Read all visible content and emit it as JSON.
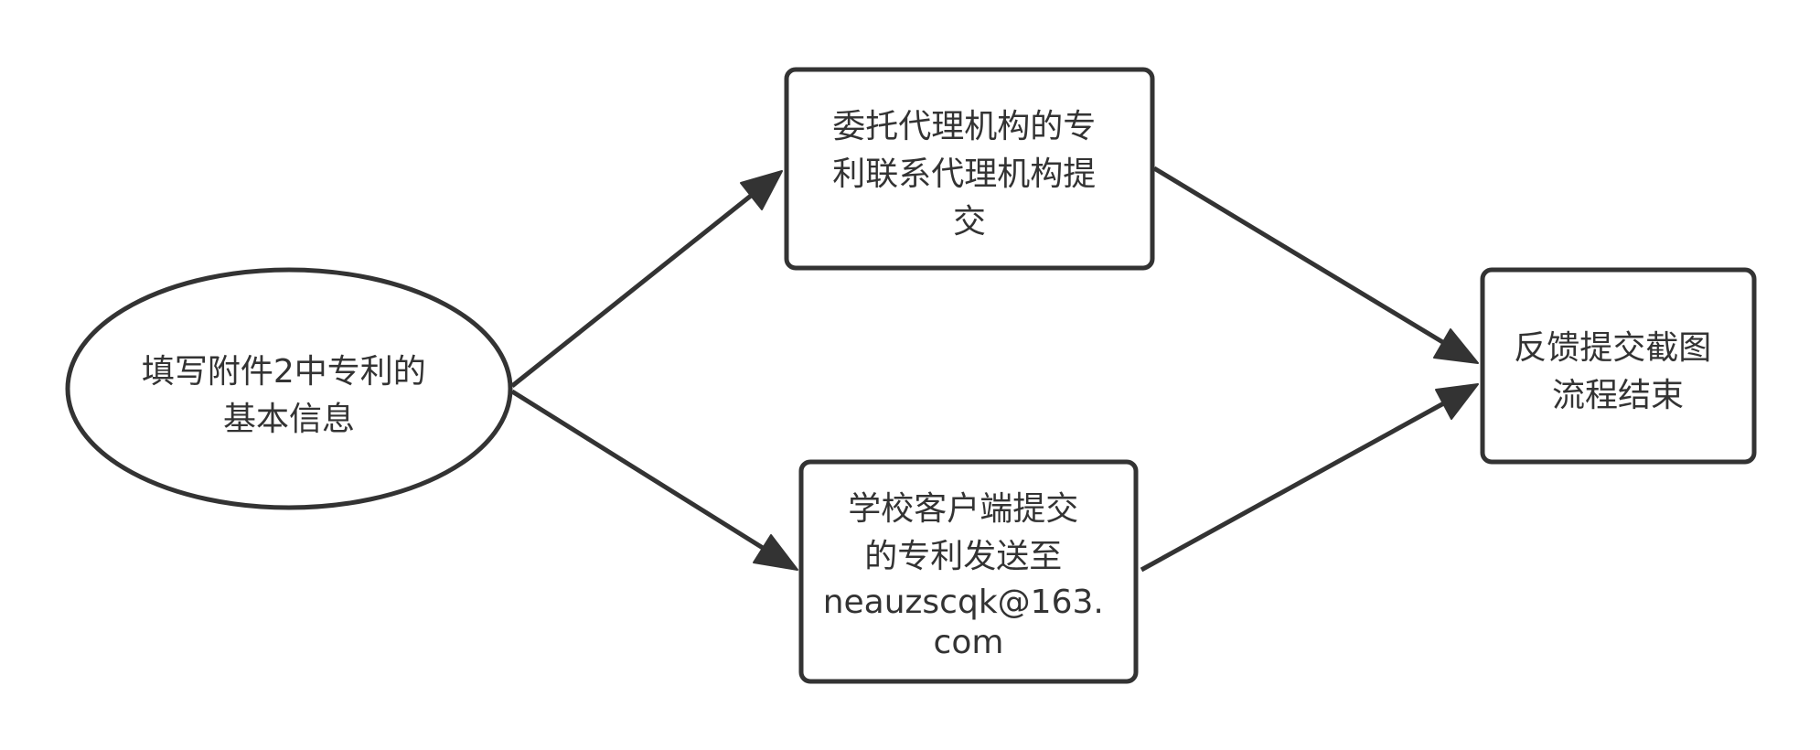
{
  "diagram": {
    "nodes": {
      "start": {
        "shape": "ellipse",
        "lines": [
          "填写附件2中专利的",
          "基本信息"
        ]
      },
      "agency": {
        "shape": "rect",
        "lines": [
          "委托代理机构的专",
          "利联系代理机构提",
          "交"
        ]
      },
      "client": {
        "shape": "rect",
        "lines": [
          "学校客户端提交",
          "的专利发送至",
          "neauzscqk@163.",
          "com"
        ]
      },
      "end": {
        "shape": "rect",
        "lines": [
          "反馈提交截图",
          "流程结束"
        ]
      }
    },
    "edges": [
      {
        "from": "start",
        "to": "agency"
      },
      {
        "from": "start",
        "to": "client"
      },
      {
        "from": "agency",
        "to": "end"
      },
      {
        "from": "client",
        "to": "end"
      }
    ],
    "colors": {
      "stroke": "#333333",
      "fill": "#ffffff",
      "text": "#333333"
    }
  }
}
